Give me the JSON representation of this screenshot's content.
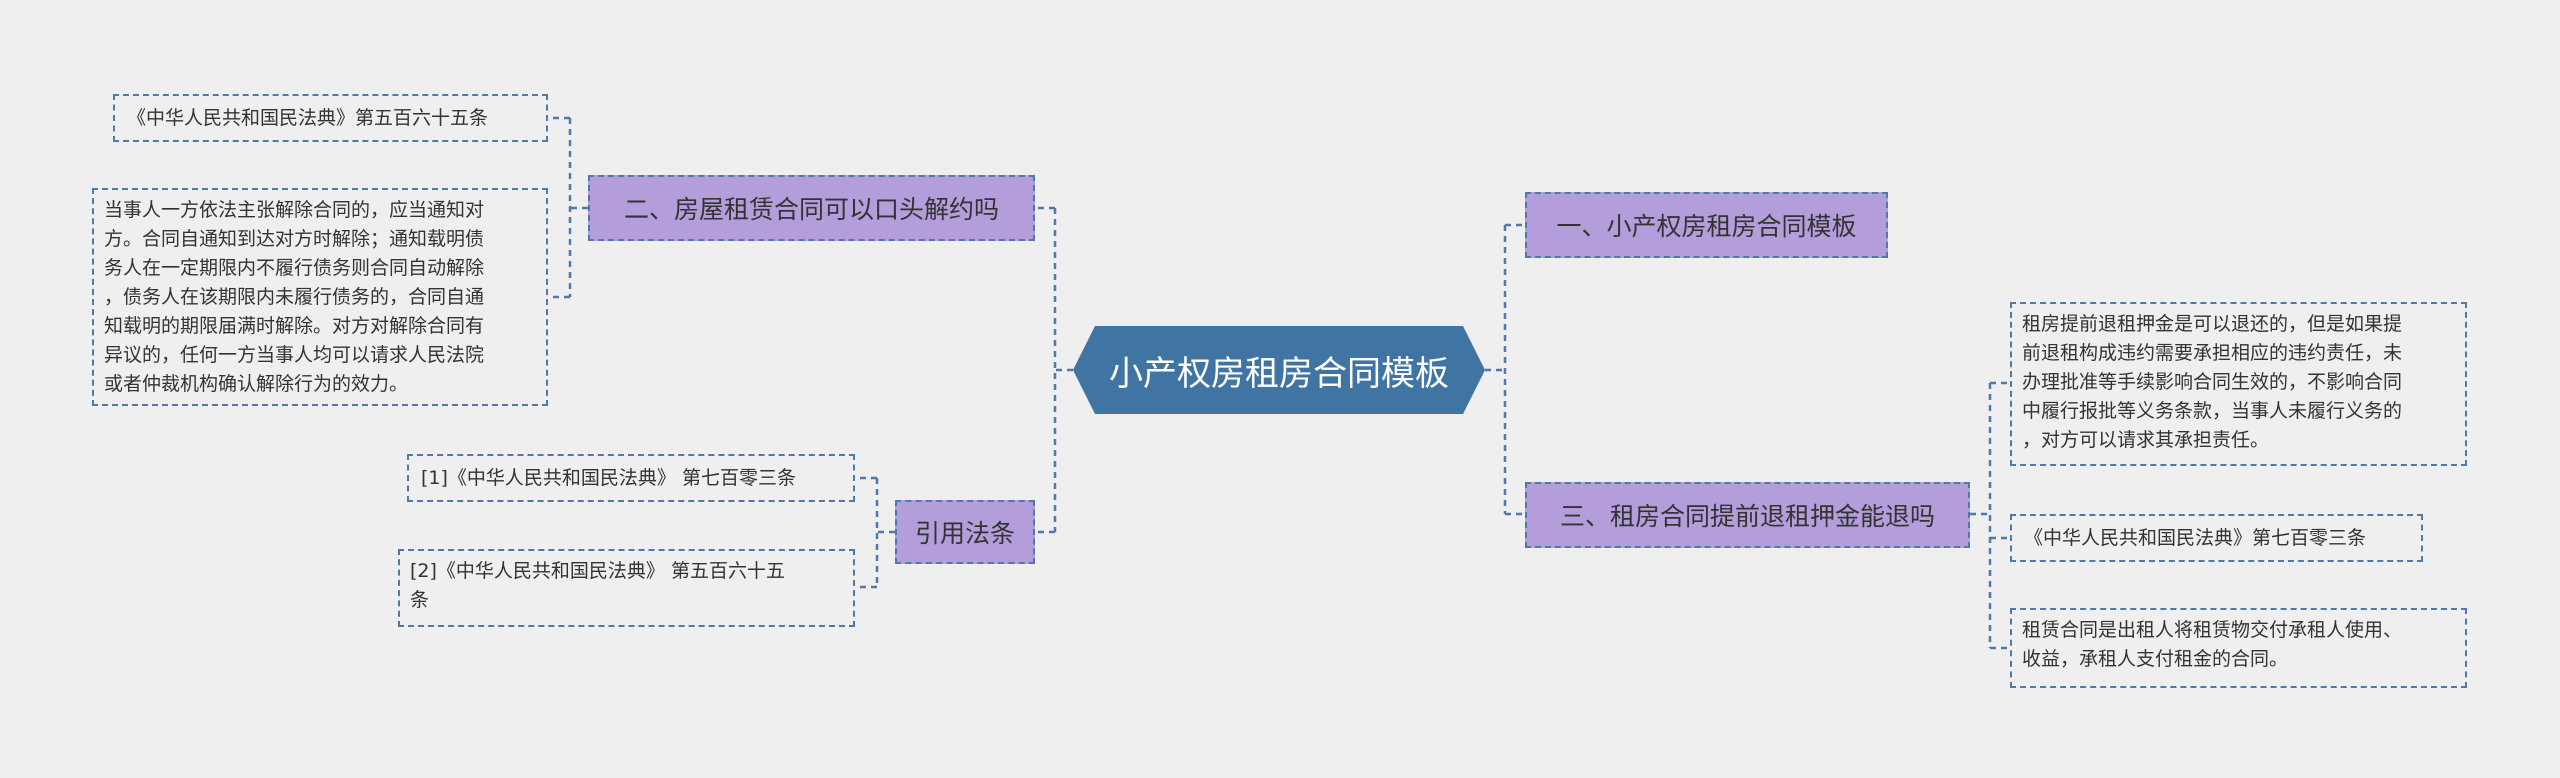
{
  "root": {
    "label": "小产权房租房合同模板"
  },
  "left": {
    "topic1": {
      "label": "二、房屋租赁合同可以口头解约吗",
      "leaf1": "《中华人民共和国民法典》第五百六十五条",
      "leaf2_lines": [
        "当事人一方依法主张解除合同的，应当通知对",
        "方。合同自通知到达对方时解除；通知载明债",
        "务人在一定期限内不履行债务则合同自动解除",
        "，债务人在该期限内未履行债务的，合同自通",
        "知载明的期限届满时解除。对方对解除合同有",
        "异议的，任何一方当事人均可以请求人民法院",
        "或者仲裁机构确认解除行为的效力。"
      ]
    },
    "topic2": {
      "label": "引用法条",
      "leaf1": "[1]《中华人民共和国民法典》 第七百零三条",
      "leaf2_lines": [
        "[2]《中华人民共和国民法典》 第五百六十五",
        "条"
      ]
    }
  },
  "right": {
    "topic1": {
      "label": "一、小产权房租房合同模板"
    },
    "topic2": {
      "label": "三、租房合同提前退租押金能退吗",
      "leaf1_lines": [
        "租房提前退租押金是可以退还的，但是如果提",
        "前退租构成违约需要承担相应的违约责任，未",
        "办理批准等手续影响合同生效的，不影响合同",
        "中履行报批等义务条款，当事人未履行义务的",
        "，对方可以请求其承担责任。"
      ],
      "leaf2": "《中华人民共和国民法典》第七百零三条",
      "leaf3_lines": [
        "租赁合同是出租人将租赁物交付承租人使用、",
        "收益，承租人支付租金的合同。"
      ]
    }
  },
  "colors": {
    "root": "#3f74a3",
    "topic": "#b39ddb",
    "border": "#4f79a8",
    "background": "#efefef"
  }
}
